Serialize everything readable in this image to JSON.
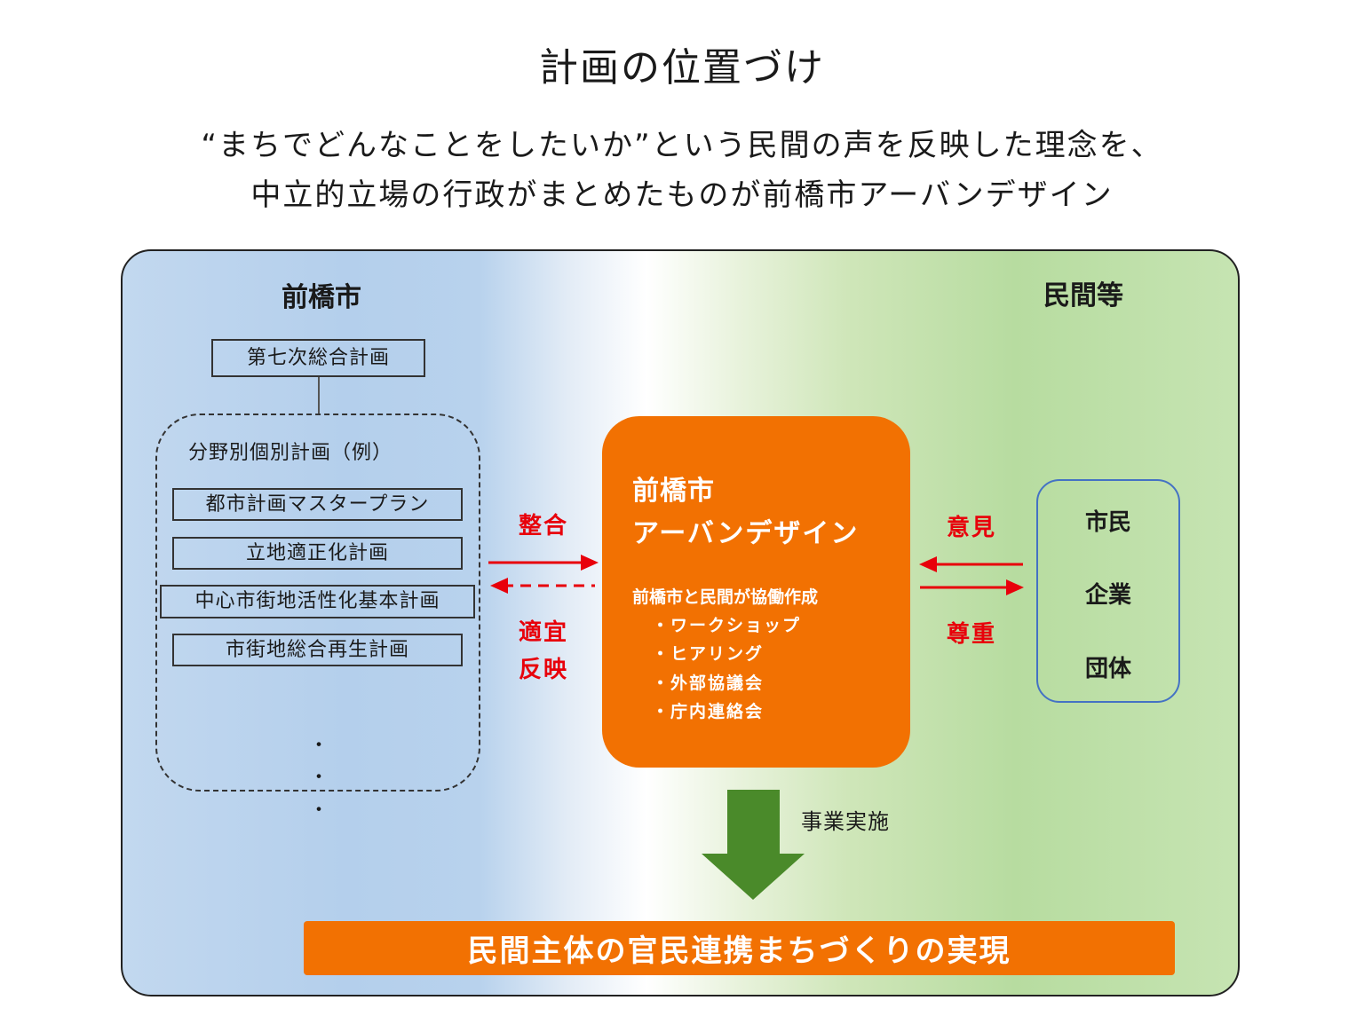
{
  "title": "計画の位置づけ",
  "subtitle": {
    "line1": "“まちでどんなことをしたいか”という民間の声を反映した理念を、",
    "line2": "中立的立場の行政がまとめたものが前橋市アーバンデザイン"
  },
  "left": {
    "heading": "前橋市",
    "top_plan": "第七次総合計画",
    "group_label": "分野別個別計画（例）",
    "plans": [
      "都市計画マスタープラン",
      "立地適正化計画",
      "中心市街地活性化基本計画",
      "市街地総合再生計画"
    ],
    "ellipsis": "・"
  },
  "right": {
    "heading": "民間等",
    "people": [
      "市民",
      "企業",
      "団体"
    ]
  },
  "arrows_left": {
    "top_label": "整合",
    "bottom_label_1": "適宜",
    "bottom_label_2": "反映"
  },
  "arrows_right": {
    "top_label": "意見",
    "bottom_label": "尊重"
  },
  "center": {
    "title_1": "前橋市",
    "title_2": "アーバンデザイン",
    "desc": "前橋市と民間が協働作成",
    "items": [
      "・ワークショップ",
      "・ヒアリング",
      "・外部協議会",
      "・庁内連絡会"
    ]
  },
  "implementation_label": "事業実施",
  "bottom_label": "民間主体の官民連携まちづくりの実現",
  "colors": {
    "accent_orange": "#f27102",
    "arrow_red": "#e8000b",
    "arrow_green": "#4a8a2a",
    "people_border": "#4472c4"
  }
}
